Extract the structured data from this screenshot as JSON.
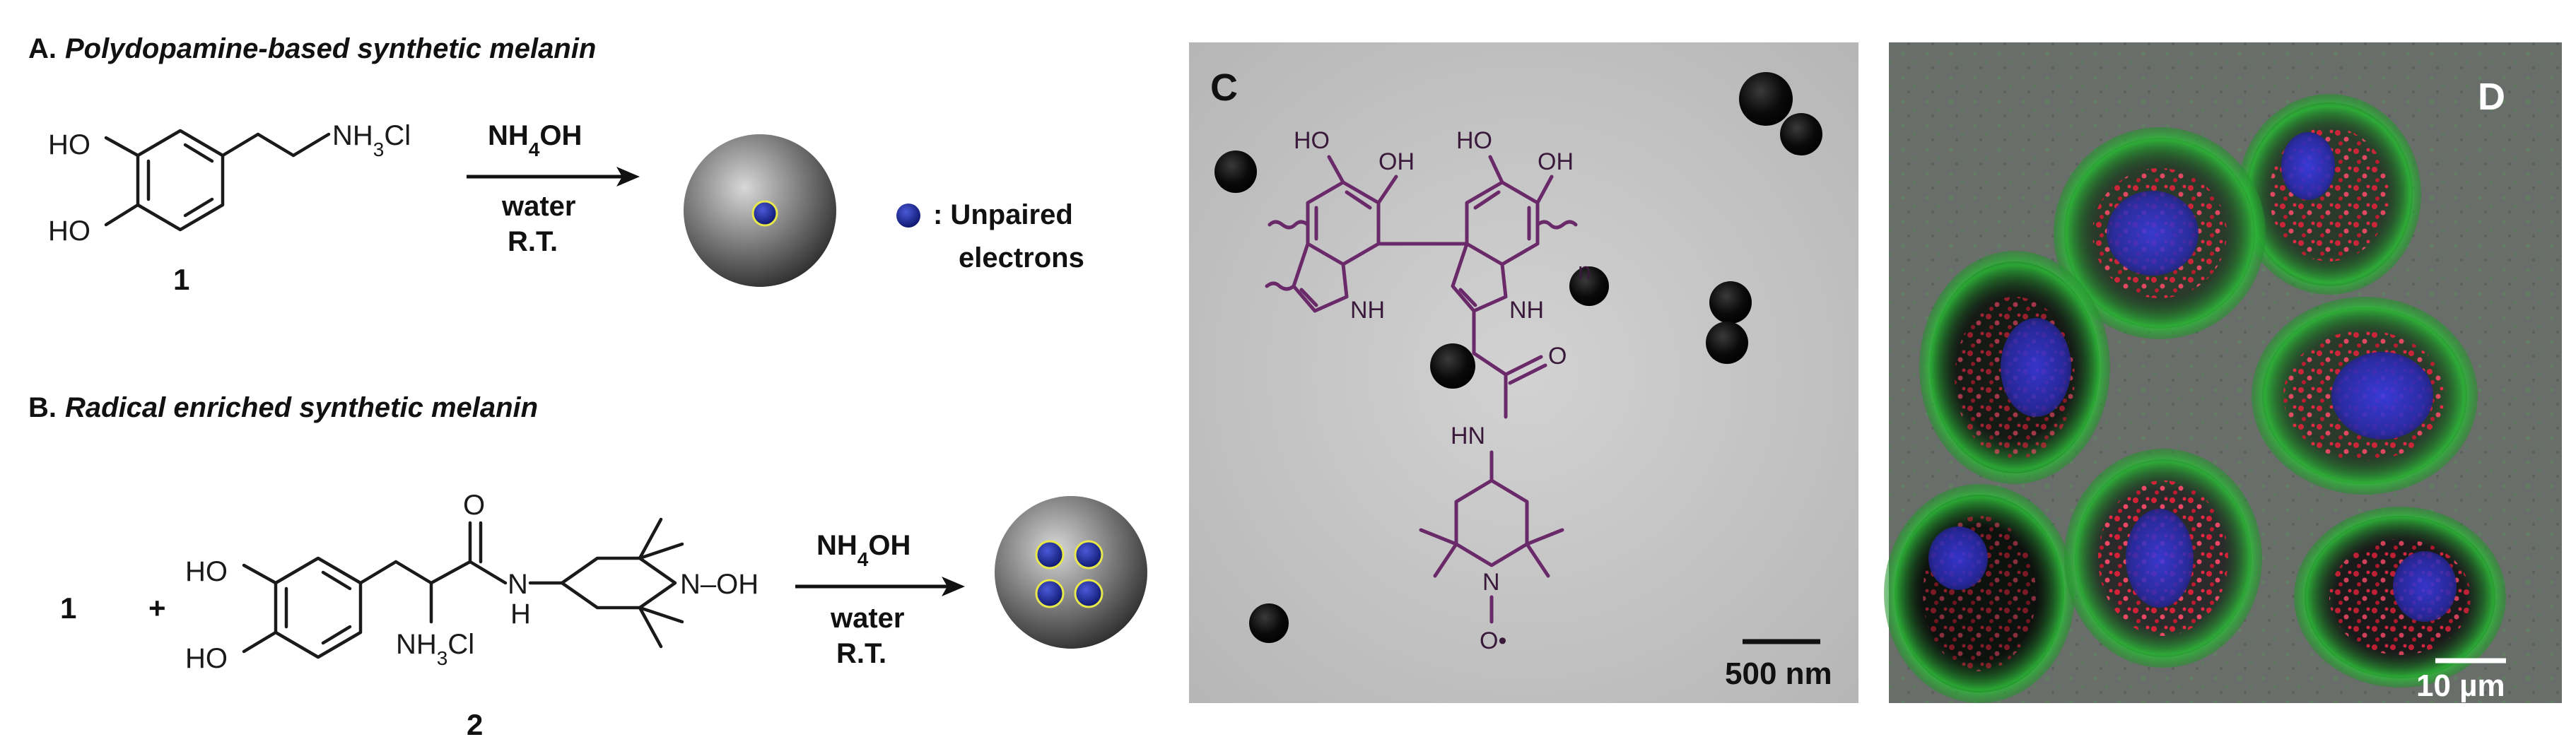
{
  "panel_a": {
    "label": "A.",
    "title": "Polydopamine-based synthetic melanin",
    "compound_number": "1",
    "atoms": {
      "ho_top": "HO",
      "ho_bottom": "HO",
      "nh3cl": "NH3Cl"
    },
    "reagent": "NH4OH",
    "solvent": "water",
    "temperature": "R.T.",
    "legend_text_line1": ": Unpaired",
    "legend_text_line2": "electrons"
  },
  "panel_b": {
    "label": "B.",
    "title": "Radical enriched synthetic melanin",
    "reactant_1": "1",
    "plus": "+",
    "compound_number": "2",
    "atoms": {
      "ho_top": "HO",
      "ho_bottom": "HO",
      "o": "O",
      "n": "N",
      "h": "H",
      "nh3cl": "NH3Cl",
      "noh": "N–OH"
    },
    "reagent": "NH4OH",
    "solvent": "water",
    "temperature": "R.T."
  },
  "panel_c": {
    "label": "C",
    "scale_bar": "500 nm",
    "atoms": {
      "ho": "HO",
      "oh": "OH",
      "nh": "NH",
      "n_sub": "n",
      "hn": "HN",
      "o": "O",
      "n": "N",
      "o_radical": "O•"
    }
  },
  "panel_d": {
    "label": "D",
    "scale_bar": "10 µm"
  },
  "colors": {
    "structure_purple": "#6a2a6a",
    "tem_background": "#c8c8c8",
    "particle": "#0d0d0d",
    "fluor_green": "#2fbf3a",
    "fluor_red": "#e8203a",
    "fluor_blue": "#3a3ae8",
    "unpaired_electron_blue": "#1c2a9a"
  }
}
